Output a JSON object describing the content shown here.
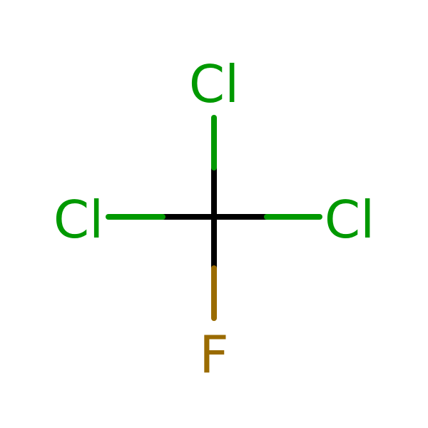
{
  "molecule": {
    "atoms": {
      "top": {
        "symbol": "Cl",
        "element": "chlorine"
      },
      "left": {
        "symbol": "Cl",
        "element": "chlorine"
      },
      "right": {
        "symbol": "Cl",
        "element": "chlorine"
      },
      "bottom": {
        "symbol": "F",
        "element": "fluorine"
      }
    },
    "colors": {
      "carbon_bond": "#000000",
      "chlorine": "#009900",
      "fluorine": "#9a6b00",
      "background": "#ffffff"
    }
  }
}
